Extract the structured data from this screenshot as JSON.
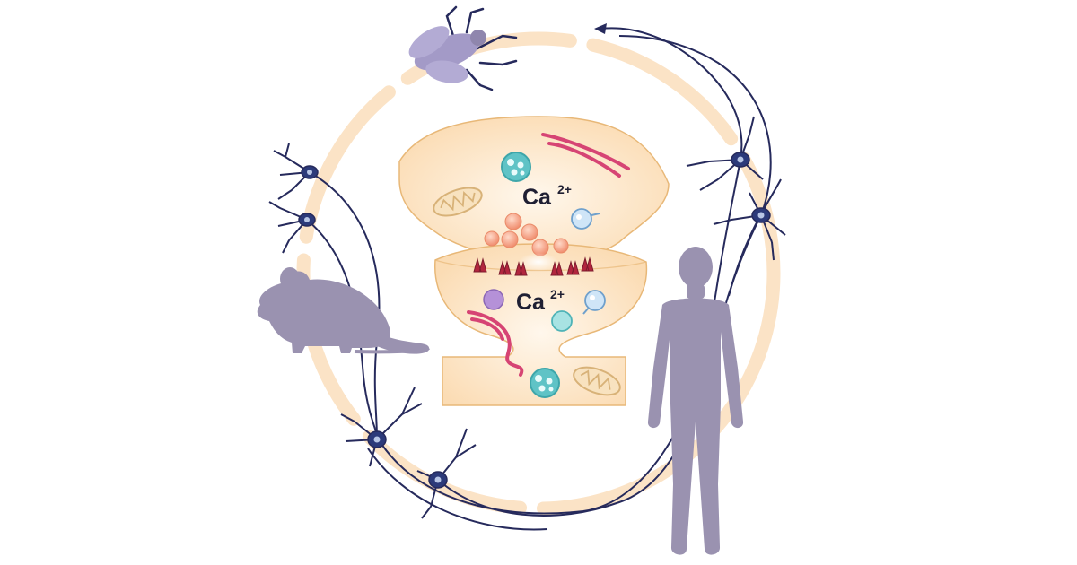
{
  "labels": {
    "presynaptic_ion": "Ca",
    "presynaptic_charge": "2+",
    "postsynaptic_ion": "Ca",
    "postsynaptic_charge": "2+"
  },
  "colors": {
    "ring": "#fbe3c6",
    "cell_fill": "#fdebd2",
    "cell_stroke": "#e8b878",
    "silhouette": "#9a92b0",
    "neuron": "#262a5c",
    "neuron_soma": "#2c3a7a",
    "receptor": "#b2263e",
    "vesicle": "#f7a48b",
    "organelle_teal": "#5fc3c6",
    "organelle_violet": "#b591d8",
    "golgi": "#d64474",
    "mitochondria": "#f2d3a3"
  },
  "icons": [
    "fly-silhouette",
    "mouse-silhouette",
    "human-silhouette",
    "neuron-icon",
    "synapse-diagram"
  ]
}
